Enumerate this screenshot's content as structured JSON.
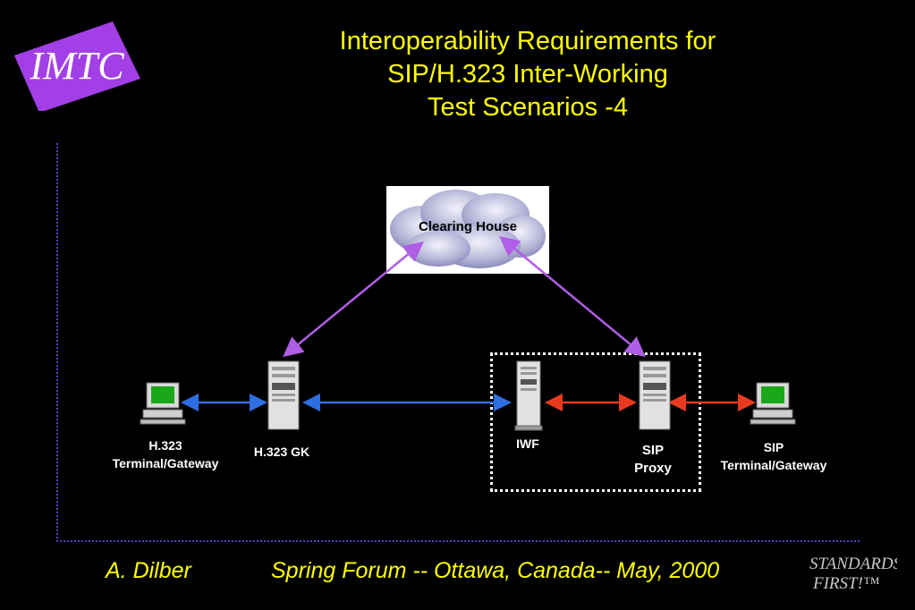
{
  "logo": {
    "text": "IMTC",
    "color": "#a33fe6"
  },
  "title": {
    "line1": "Interoperability  Requirements for",
    "line2": "SIP/H.323 Inter-Working",
    "line3": "Test Scenarios -4"
  },
  "diagram": {
    "cloud_label": "Clearing House",
    "nodes": {
      "h323_terminal": {
        "line1": "H.323",
        "line2": "Terminal/Gateway"
      },
      "h323_gk": "H.323 GK",
      "iwf": "IWF",
      "sip_proxy": {
        "line1": "SIP",
        "line2": "Proxy"
      },
      "sip_terminal": {
        "line1": "SIP",
        "line2": "Terminal/Gateway"
      }
    },
    "colors": {
      "h323_link": "#2f6ee0",
      "sip_link": "#e83a1e",
      "clearing_link": "#b05ee6",
      "frame": "#4b44c8"
    }
  },
  "footer": {
    "author": "A. Dilber",
    "event": "Spring Forum -- Ottawa, Canada-- May, 2000",
    "badge_line1": "STANDARDS",
    "badge_line2": "FIRST!™"
  }
}
